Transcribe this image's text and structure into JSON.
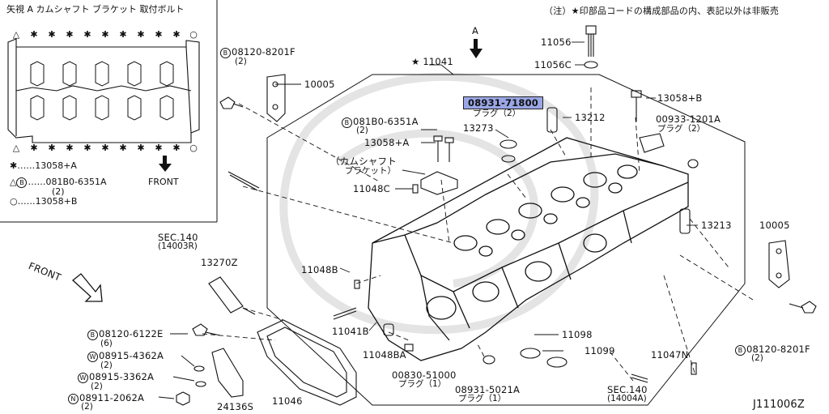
{
  "inset": {
    "title": "矢視 A カムシャフト ブラケット 取付ボルト",
    "front_label": "FRONT",
    "legend": [
      {
        "symbol": "✱",
        "text": "……13058+A"
      },
      {
        "symbol": "△",
        "text": "……081B0-6351A",
        "qty": "(2)",
        "badge": "B"
      },
      {
        "symbol": "○",
        "text": "……13058+B"
      }
    ]
  },
  "note": "（注）★印部品コードの構成部品の内、表記以外は非販売",
  "view_arrow_label": "A",
  "front_label": "FRONT",
  "diagram_code": "J111006Z",
  "parts": [
    {
      "id": "p11056",
      "text": "11056"
    },
    {
      "id": "p11056c",
      "text": "11056C"
    },
    {
      "id": "p11041",
      "text": "★ 11041"
    },
    {
      "id": "p10005a",
      "text": "10005"
    },
    {
      "id": "p08120_8201f_a",
      "text": "08120-8201F",
      "badge": "B",
      "qty": "(2)"
    },
    {
      "id": "p08931_71800",
      "text": "08931-71800",
      "sub": "プラグ（2）",
      "highlight": true
    },
    {
      "id": "p13212",
      "text": "13212"
    },
    {
      "id": "p13058b",
      "text": "13058+B"
    },
    {
      "id": "p00933",
      "text": "00933-1201A",
      "sub": "プラグ（2）"
    },
    {
      "id": "p081b0",
      "text": "081B0-6351A",
      "badge": "B",
      "qty": "(2)"
    },
    {
      "id": "p13273",
      "text": "13273"
    },
    {
      "id": "p13058a",
      "text": "13058+A"
    },
    {
      "id": "p_bracket",
      "text": "（カムシャフト",
      "sub": "ブラケット）"
    },
    {
      "id": "p11048c",
      "text": "11048C"
    },
    {
      "id": "p13213",
      "text": "13213"
    },
    {
      "id": "p10005b",
      "text": "10005"
    },
    {
      "id": "p_sec140a",
      "text": "SEC.140",
      "sub": "(14003R)"
    },
    {
      "id": "p13270z",
      "text": "13270Z"
    },
    {
      "id": "p11048b",
      "text": "11048B"
    },
    {
      "id": "p08120_6122e",
      "text": "08120-6122E",
      "badge": "B",
      "qty": "(6)"
    },
    {
      "id": "p11041b",
      "text": "11041B"
    },
    {
      "id": "p08915_4362a",
      "text": "08915-4362A",
      "badge": "W",
      "qty": "(2)"
    },
    {
      "id": "p08915_3362a",
      "text": "08915-3362A",
      "badge": "W",
      "qty": "(2)"
    },
    {
      "id": "p08911_2062a",
      "text": "08911-2062A",
      "badge": "N",
      "qty": "(2)"
    },
    {
      "id": "p24136s",
      "text": "24136S"
    },
    {
      "id": "p11046",
      "text": "11046"
    },
    {
      "id": "p11048ba",
      "text": "11048BA"
    },
    {
      "id": "p00830",
      "text": "00830-51000",
      "sub": "プラグ（1）"
    },
    {
      "id": "p08931_5021a",
      "text": "08931-5021A",
      "sub": "プラグ（1）"
    },
    {
      "id": "p11098",
      "text": "11098"
    },
    {
      "id": "p11099",
      "text": "11099"
    },
    {
      "id": "p_sec140b",
      "text": "SEC.140",
      "sub": "(14004A)"
    },
    {
      "id": "p11047n",
      "text": "11047N"
    },
    {
      "id": "p08120_8201f_b",
      "text": "08120-8201F",
      "badge": "B",
      "qty": "(2)"
    }
  ]
}
